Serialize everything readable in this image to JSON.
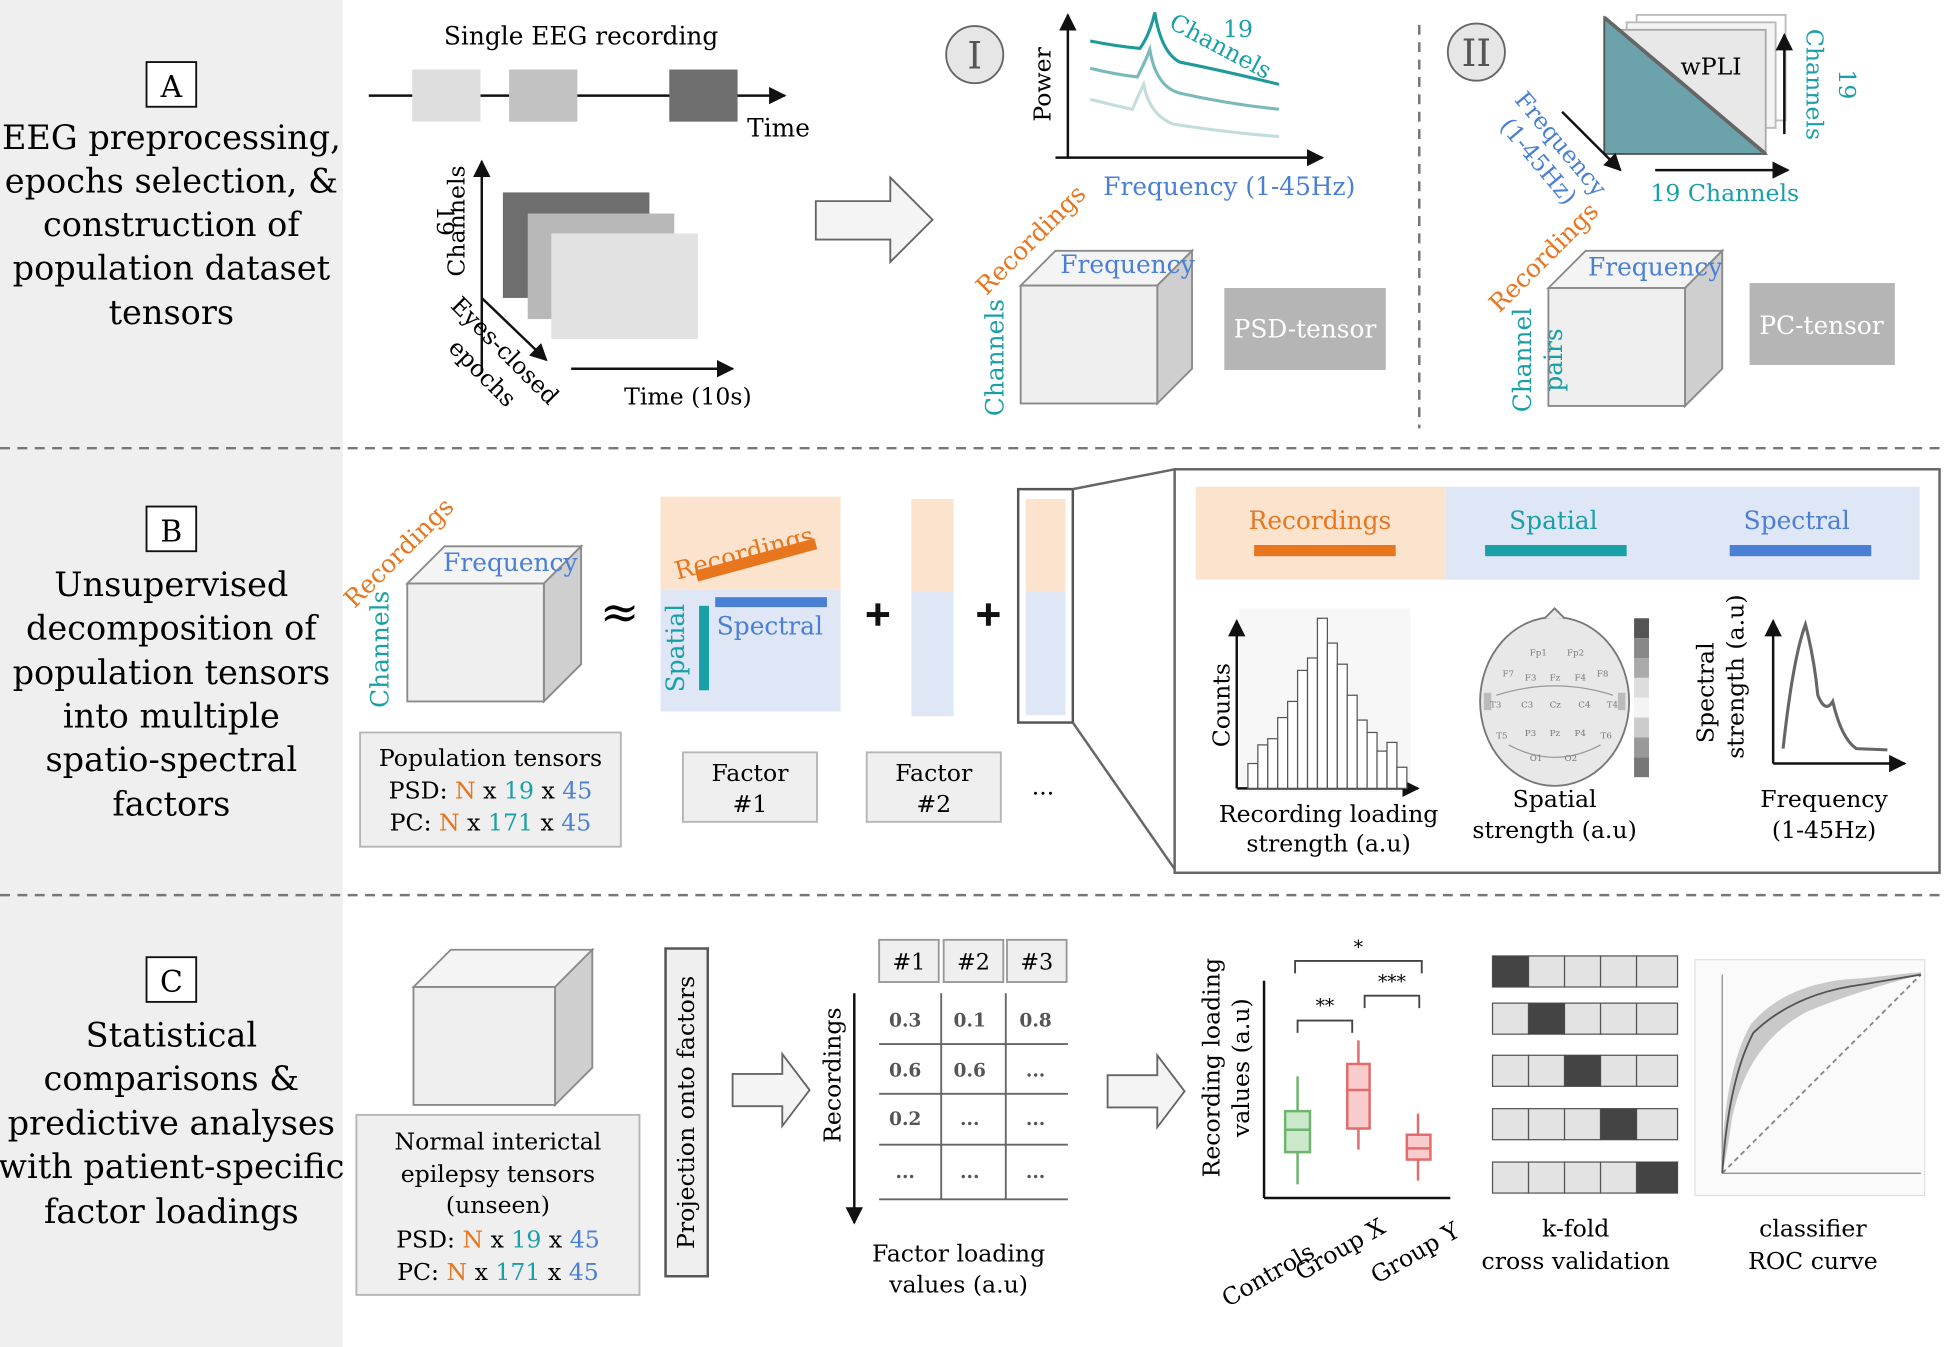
{
  "colors": {
    "orange": "#e8761e",
    "teal": "#19a0a6",
    "blue": "#4a7fd6",
    "panel_bg": "#efefef",
    "cube_stroke": "#8a8a8a"
  },
  "icons": [
    "arrow-right-icon",
    "hollow-arrow-icon",
    "plus-icon",
    "approx-icon",
    "cube-icon",
    "head-topomap-icon",
    "boxplot-icon",
    "histogram-icon",
    "roc-curve-icon"
  ],
  "section_a": {
    "letter": "A",
    "title_lines": [
      "EEG preprocessing,",
      "epochs selection, &",
      "construction of",
      "population dataset",
      "tensors"
    ],
    "recording_title": "Single EEG recording",
    "time_label": "Time",
    "channels_num": "19",
    "channels_label": "Channels",
    "epochs_line1": "Eyes-closed",
    "epochs_line2": "epochs",
    "time10_label": "Time (10s)",
    "panel_i": {
      "numeral": "I",
      "power_label": "Power",
      "freq_label": "Frequency (1-45Hz)",
      "channels_num": "19",
      "channels_label": "Channels",
      "cube_recordings": "Recordings",
      "cube_frequency": "Frequency",
      "cube_channels": "Channels",
      "tensor_label": "PSD-tensor"
    },
    "panel_ii": {
      "numeral": "II",
      "wpli": "wPLI",
      "channels_num": "19",
      "channels_label": "Channels",
      "freq_line1": "Frequency",
      "freq_line2": "(1-45Hz)",
      "bottom_channels": "19 Channels",
      "cube_recordings": "Recordings",
      "cube_frequency": "Frequency",
      "cube_pairs1": "Channel",
      "cube_pairs2": "pairs",
      "tensor_label": "PC-tensor"
    }
  },
  "section_b": {
    "letter": "B",
    "title_lines": [
      "Unsupervised",
      "decomposition of",
      "population tensors",
      "into multiple",
      "spatio-spectral",
      "factors"
    ],
    "cube_recordings": "Recordings",
    "cube_frequency": "Frequency",
    "cube_channels": "Channels",
    "approx": "≈",
    "factor_recordings": "Recordings",
    "factor_spatial": "Spatial",
    "factor_spectral": "Spectral",
    "pop_title": "Population tensors",
    "psd_prefix": "PSD: ",
    "pc_prefix": "PC: ",
    "n": "N",
    "x": " x ",
    "psd_dim2": "19",
    "pc_dim2": "171",
    "dim3": "45",
    "factor1": [
      "Factor",
      "#1"
    ],
    "factor2": [
      "Factor",
      "#2"
    ],
    "ellipsis": "...",
    "detail": {
      "recordings": "Recordings",
      "spatial": "Spatial",
      "spectral": "Spectral",
      "hist_ylabel": "Counts",
      "hist_xlabel1": "Recording loading",
      "hist_xlabel2": "strength (a.u)",
      "spatial_label1": "Spatial",
      "spatial_label2": "strength (a.u)",
      "spec_ylabel1": "Spectral",
      "spec_ylabel2": "strength (a.u)",
      "spec_xlabel1": "Frequency",
      "spec_xlabel2": "(1-45Hz)",
      "electrodes": [
        "Fp1",
        "Fp2",
        "F7",
        "F3",
        "Fz",
        "F4",
        "F8",
        "T3",
        "C3",
        "Cz",
        "C4",
        "T4",
        "T5",
        "P3",
        "Pz",
        "P4",
        "T6",
        "O1",
        "O2"
      ]
    }
  },
  "section_c": {
    "letter": "C",
    "title_lines": [
      "Statistical",
      "comparisons &",
      "predictive analyses",
      "with patient-specific",
      "factor loadings"
    ],
    "unseen_lines": [
      "Normal interictal",
      "epilepsy tensors",
      "(unseen)"
    ],
    "psd_prefix": "PSD: ",
    "pc_prefix": "PC: ",
    "n": "N",
    "x": " x ",
    "psd_dim2": "19",
    "pc_dim2": "171",
    "dim3": "45",
    "projection": "Projection onto factors",
    "recordings_axis": "Recordings",
    "table_headers": [
      "#1",
      "#2",
      "#3"
    ],
    "table_rows": [
      [
        "0.3",
        "0.1",
        "0.8"
      ],
      [
        "0.6",
        "0.6",
        "..."
      ],
      [
        "0.2",
        "...",
        "..."
      ],
      [
        "...",
        "...",
        "..."
      ]
    ],
    "table_xlabel1": "Factor loading",
    "table_xlabel2": "values (a.u)",
    "box_ylabel1": "Recording loading",
    "box_ylabel2": "values (a.u)",
    "box_groups": [
      "Controls",
      "Group X",
      "Group Y"
    ],
    "sig_top": "*",
    "sig_left": "**",
    "sig_right": "***",
    "kfold1": "k-fold",
    "kfold2": "cross validation",
    "roc1": "classifier",
    "roc2": "ROC curve"
  }
}
